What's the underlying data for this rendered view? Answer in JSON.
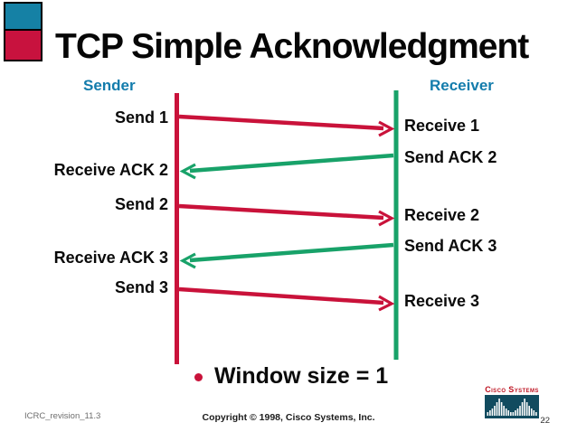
{
  "slide": {
    "title": "TCP Simple Acknowledgment",
    "bullet_text": "Window size = 1"
  },
  "timeline": {
    "sender_title": "Sender",
    "receiver_title": "Receiver",
    "sender_events": [
      "Send 1",
      "Receive ACK 2",
      "Send 2",
      "Receive ACK 3",
      "Send 3"
    ],
    "receiver_events": [
      "Receive 1",
      "Send ACK 2",
      "Receive 2",
      "Send ACK 3",
      "Receive 3"
    ],
    "messages": [
      {
        "name": "segment-1",
        "direction": "sender-to-receiver",
        "from_label": "Send 1",
        "to_label": "Receive 1"
      },
      {
        "name": "ack-2",
        "direction": "receiver-to-sender",
        "from_label": "Send ACK 2",
        "to_label": "Receive ACK 2"
      },
      {
        "name": "segment-2",
        "direction": "sender-to-receiver",
        "from_label": "Send 2",
        "to_label": "Receive 2"
      },
      {
        "name": "ack-3",
        "direction": "receiver-to-sender",
        "from_label": "Send ACK 3",
        "to_label": "Receive ACK 3"
      },
      {
        "name": "segment-3",
        "direction": "sender-to-receiver",
        "from_label": "Send 3",
        "to_label": "Receive 3"
      }
    ]
  },
  "footer": {
    "left_text": "ICRC_revision_11.3",
    "copyright": "Copyright © 1998, Cisco Systems, Inc.",
    "page_number": "22",
    "logo_text": "Cisco Systems"
  },
  "colors": {
    "send_arrow_red": "#C9123A",
    "ack_arrow_green": "#18A269",
    "header_label_blue": "#137CAC",
    "corner_square_teal": "#1581A5",
    "corner_square_red": "#C8123E",
    "logo_navy": "#114B5F",
    "logo_red": "#BD1220"
  },
  "bridge_bar_heights": [
    4,
    6,
    8,
    11,
    15,
    19,
    15,
    11,
    8,
    6,
    4,
    4,
    6,
    8,
    11,
    15,
    19,
    15,
    11,
    8,
    6,
    4
  ]
}
